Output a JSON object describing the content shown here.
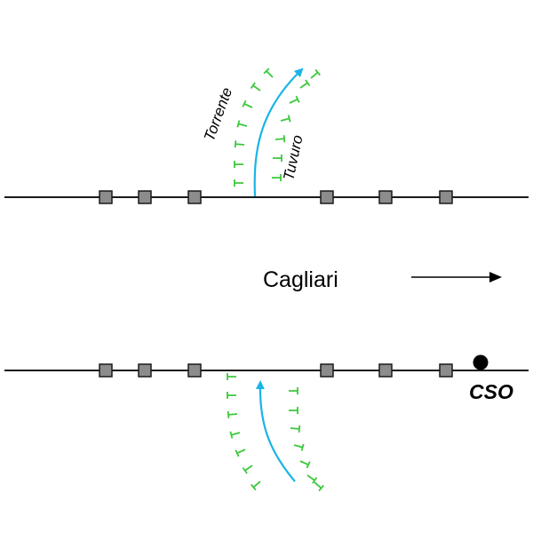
{
  "labels": {
    "river_name_1": "Torrente",
    "river_name_2": "Tuvuro",
    "direction_city": "Cagliari",
    "outfall": "CSO"
  },
  "colors": {
    "road": "#1a1a1a",
    "node_fill": "#8c8c8c",
    "node_stroke": "#1a1a1a",
    "river": "#1ab4e6",
    "vegetation": "#3cc83c",
    "cso_point": "#000000"
  },
  "roads": [
    {
      "name": "upper-road",
      "nodes": 6
    },
    {
      "name": "lower-road",
      "nodes": 6
    }
  ]
}
